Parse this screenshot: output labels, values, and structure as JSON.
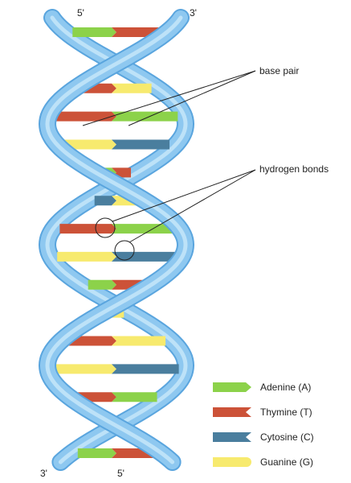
{
  "strand_ends": {
    "top_left": "5'",
    "top_right": "3'",
    "bottom_left": "3'",
    "bottom_right": "5'"
  },
  "annotations": {
    "base_pair": "base pair",
    "hydrogen_bonds": "hydrogen bonds"
  },
  "legend": [
    {
      "key": "adenine",
      "label": "Adenine (A)",
      "color": "#8cd24a",
      "shape": "arrow"
    },
    {
      "key": "thymine",
      "label": "Thymine (T)",
      "color": "#cc5238",
      "shape": "notch"
    },
    {
      "key": "cytosine",
      "label": "Cytosine (C)",
      "color": "#4a7e9e",
      "shape": "notch"
    },
    {
      "key": "guanine",
      "label": "Guanine (G)",
      "color": "#f7ea6e",
      "shape": "round"
    }
  ],
  "colors": {
    "backbone": "#8ec8f0",
    "backbone_edge": "#5aa5de",
    "backbone_highlight": "#d2ecfb",
    "pointer": "#222222"
  },
  "base_pairs": [
    [
      "A",
      "T"
    ],
    [
      "T",
      "T"
    ],
    [
      "T",
      "G"
    ],
    [
      "T",
      "A"
    ],
    [
      "G",
      "C"
    ],
    [
      "A",
      "T"
    ],
    [
      "C",
      "G"
    ],
    [
      "T",
      "A"
    ],
    [
      "G",
      "C"
    ],
    [
      "A",
      "T"
    ],
    [
      "C",
      "G"
    ],
    [
      "T",
      "G"
    ],
    [
      "G",
      "C"
    ],
    [
      "T",
      "A"
    ],
    [
      "G",
      "C"
    ],
    [
      "A",
      "T"
    ]
  ]
}
